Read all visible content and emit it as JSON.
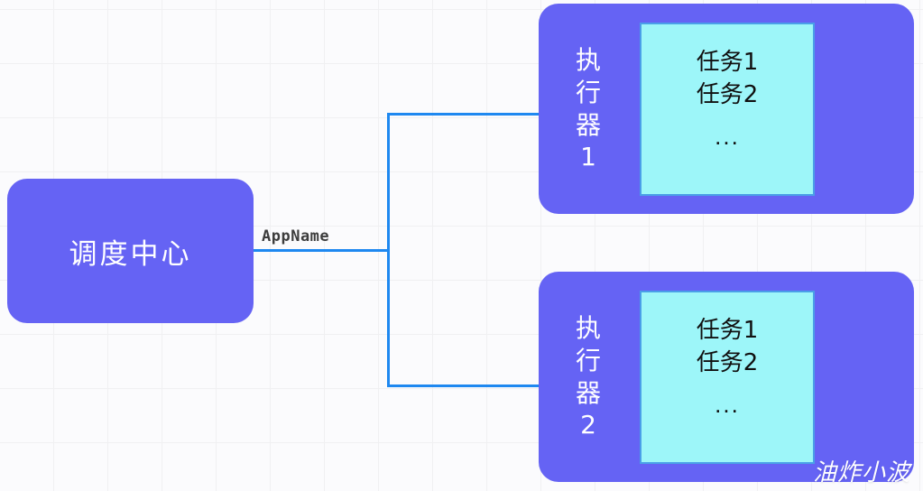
{
  "diagram": {
    "background_color": "#fbfbfd",
    "grid_color": "#f0f0f2",
    "node_color": "#6563f4",
    "connector_color": "#1e88f0",
    "task_box_color": "#9df6f9",
    "task_box_border_color": "#4a9fe8"
  },
  "center_node": {
    "label": "调度中心"
  },
  "connector": {
    "label": "AppName"
  },
  "executors": [
    {
      "name_chars": [
        "执",
        "行",
        "器",
        "1"
      ],
      "tasks": [
        "任务1",
        "任务2"
      ],
      "more": "..."
    },
    {
      "name_chars": [
        "执",
        "行",
        "器",
        "2"
      ],
      "tasks": [
        "任务1",
        "任务2"
      ],
      "more": "..."
    }
  ],
  "watermark": {
    "text": "油炸小波"
  }
}
